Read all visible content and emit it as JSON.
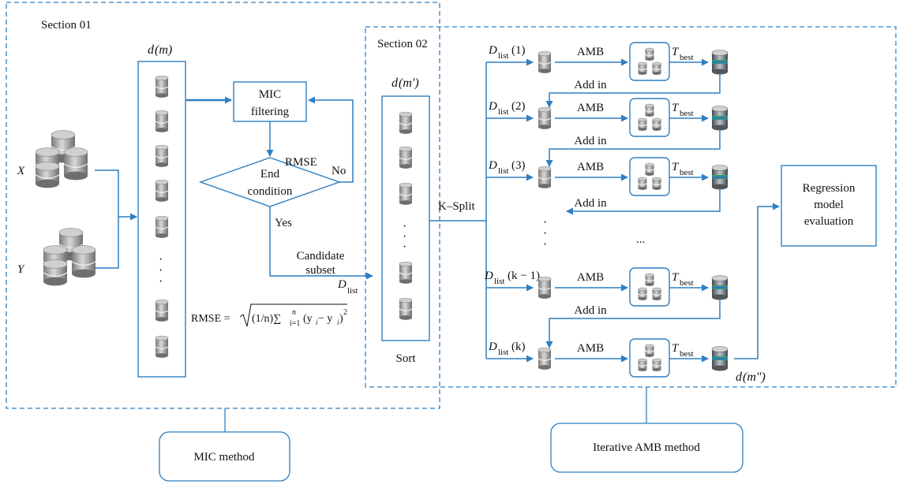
{
  "colors": {
    "line": "#2f7fc1",
    "box": "#2f7fc1",
    "dash": "#2f7fc1",
    "db": "#8c8c8c"
  },
  "section1": {
    "title": "Section 01"
  },
  "section2": {
    "title": "Section 02"
  },
  "inputs": {
    "x": "X",
    "y": "Y"
  },
  "dm": {
    "d": "d",
    "m": "(m)"
  },
  "dm_prime": {
    "d": "d",
    "m": "(m′)"
  },
  "mic_filter": {
    "line1": "MIC",
    "line2": "filtering"
  },
  "end_condition": {
    "line1": "End",
    "line2": "condition"
  },
  "labels": {
    "rmse": "RMSE",
    "no": "No",
    "yes": "Yes",
    "candidate_line1": "Candidate",
    "candidate_line2": "subset",
    "d_list": "D",
    "list_sub": "list",
    "sort": "Sort",
    "ksplit": "K–Split",
    "rmse_formula_prefix": "RMSE =",
    "rmse_formula_body": "(1/n)∑",
    "rmse_formula_sup": "n",
    "rmse_formula_sub": "i=1",
    "rmse_formula_tail": "(y",
    "rmse_formula_i": "i",
    "rmse_formula_minus": " − y",
    "rmse_formula_i2": "i",
    "rmse_formula_close": ")",
    "rmse_formula_sq": "2",
    "ellipsis": "...",
    "vdots": "·"
  },
  "rows": [
    {
      "D": "D",
      "sub": "list",
      "arg": "(1)",
      "amb": "AMB",
      "t": "T",
      "tsub": "best",
      "add": "Add in"
    },
    {
      "D": "D",
      "sub": "list",
      "arg": "(2)",
      "amb": "AMB",
      "t": "T",
      "tsub": "best",
      "add": "Add in"
    },
    {
      "D": "D",
      "sub": "list",
      "arg": "(3)",
      "amb": "AMB",
      "t": "T",
      "tsub": "best",
      "add": "Add in"
    },
    {
      "D": "D",
      "sub": "list",
      "arg": "(k − 1)",
      "amb": "AMB",
      "t": "T",
      "tsub": "best",
      "add": "Add in"
    },
    {
      "D": "D",
      "sub": "list",
      "arg": "(k)",
      "amb": "AMB",
      "t": "T",
      "tsub": "best"
    }
  ],
  "output": {
    "d": "d",
    "m": "(m″)"
  },
  "regression": {
    "line1": "Regression",
    "line2": "model",
    "line3": "evaluation"
  },
  "mic_method": {
    "label": "MIC method"
  },
  "amb_method": {
    "label": "Iterative AMB method"
  }
}
